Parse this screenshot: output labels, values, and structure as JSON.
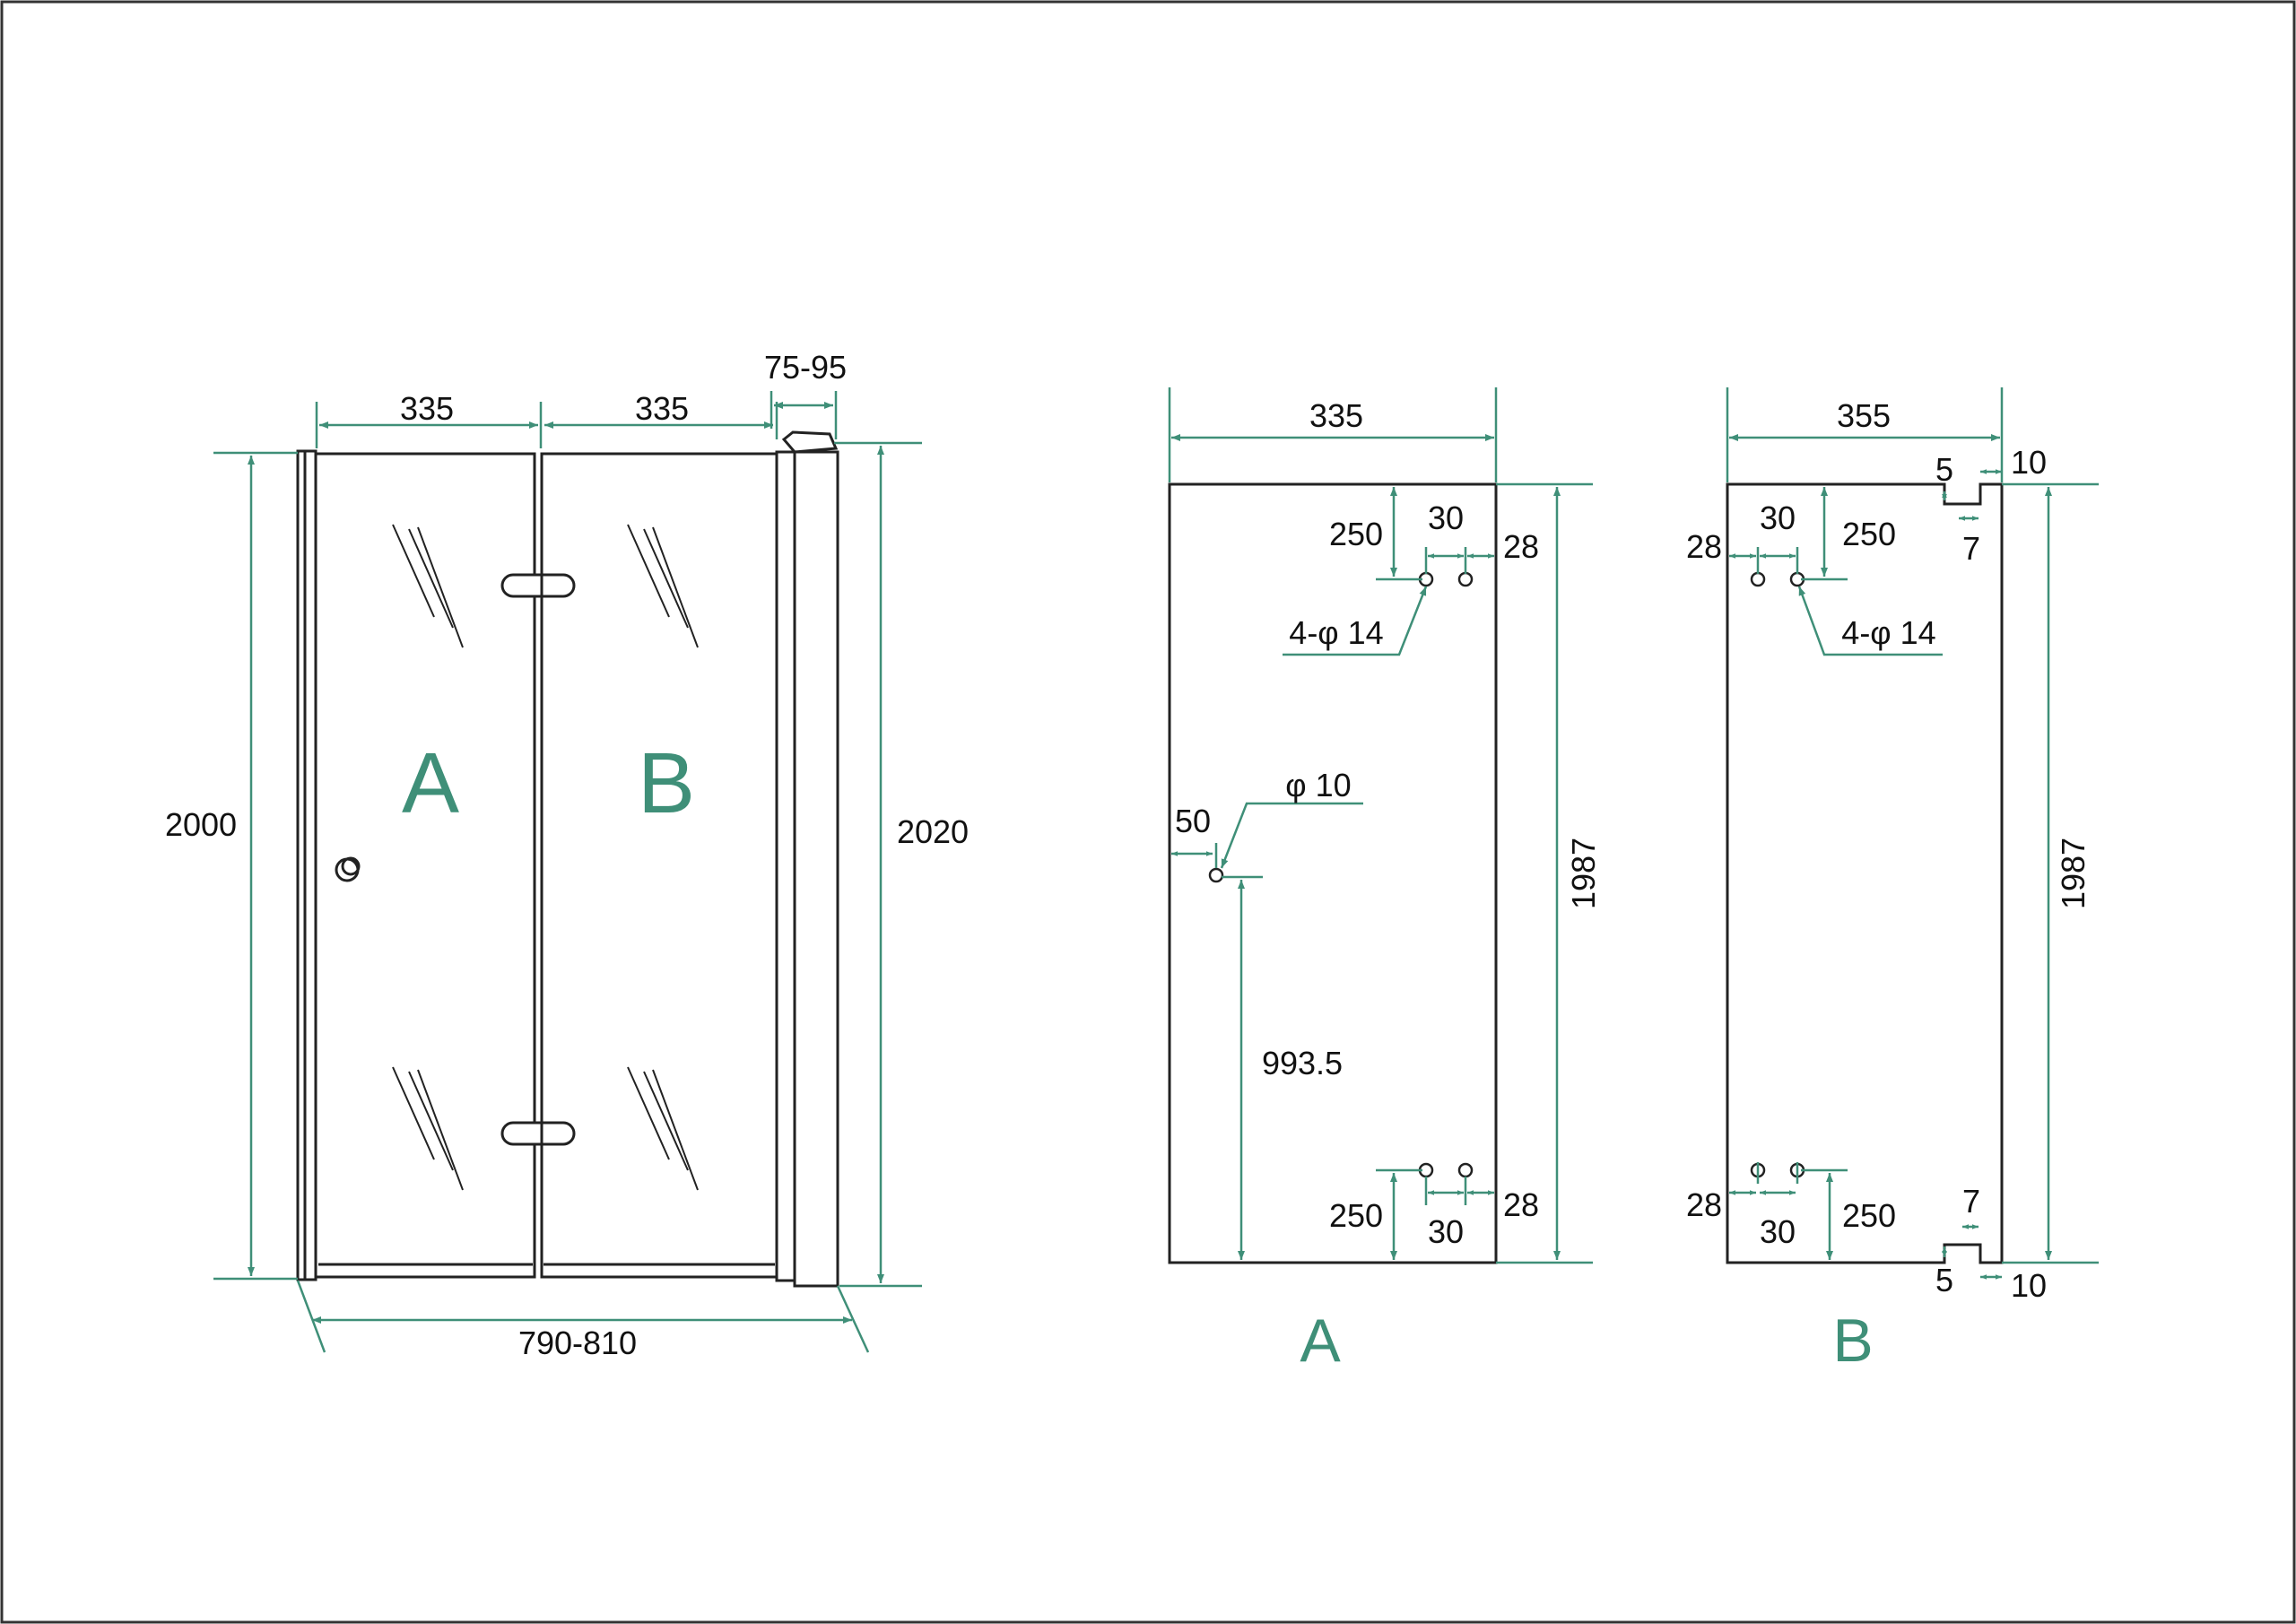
{
  "colors": {
    "dimension": "#3f8f78",
    "outline": "#222222",
    "label": "#3f8f78",
    "text": "#111111"
  },
  "door_elevation": {
    "panel_a_label": "A",
    "panel_b_label": "B",
    "width_a": "335",
    "width_b": "335",
    "wall_profile_adjust": "75-95",
    "height_glass": "2000",
    "height_total": "2020",
    "total_width": "790-810"
  },
  "panel_a": {
    "title": "A",
    "width": "335",
    "height": "1987",
    "top_hinge_offset": "250",
    "hole_spacing": "30",
    "edge_offset": "28",
    "hinge_holes": "4-φ 14",
    "knob_hole": "φ 10",
    "knob_edge_offset": "50",
    "knob_height": "993.5",
    "bottom_hinge_offset": "250",
    "bottom_hole_spacing": "30",
    "bottom_edge_offset": "28"
  },
  "panel_b": {
    "title": "B",
    "width": "355",
    "height": "1987",
    "notch_top_depth": "5",
    "notch_top_width": "10",
    "notch_top_gap": "7",
    "top_hinge_offset": "250",
    "hole_spacing": "30",
    "edge_offset": "28",
    "hinge_holes": "4-φ 14",
    "bottom_hinge_offset": "250",
    "bottom_hole_spacing": "30",
    "bottom_edge_offset": "28",
    "notch_bottom_gap": "7",
    "notch_bottom_depth": "5",
    "notch_bottom_width": "10"
  }
}
